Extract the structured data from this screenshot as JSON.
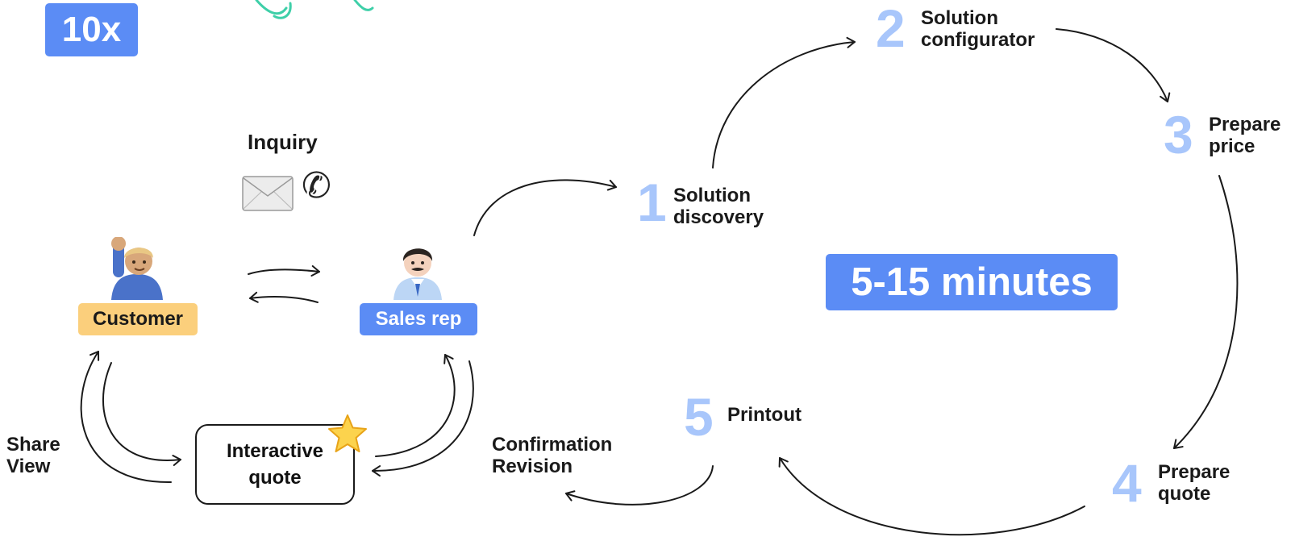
{
  "multiplier_badge": "10x",
  "duration_badge": "5-15 minutes",
  "inquiry": {
    "label": "Inquiry",
    "envelope_icon": "envelope-icon",
    "phone_icon": "phone-icon"
  },
  "customer": {
    "label": "Customer",
    "icon": "raising-hand-person-icon"
  },
  "sales_rep": {
    "label": "Sales rep",
    "icon": "man-with-mustache-icon"
  },
  "interactive_quote": {
    "line1": "Interactive",
    "line2": "quote",
    "icon": "star-icon"
  },
  "share_view": {
    "line1": "Share",
    "line2": "View"
  },
  "confirmation_revision": {
    "line1": "Confirmation",
    "line2": "Revision"
  },
  "steps": [
    {
      "number": "1",
      "line1": "Solution",
      "line2": "discovery"
    },
    {
      "number": "2",
      "line1": "Solution",
      "line2": "configurator"
    },
    {
      "number": "3",
      "line1": "Prepare",
      "line2": "price"
    },
    {
      "number": "4",
      "line1": "Prepare",
      "line2": "quote"
    },
    {
      "number": "5",
      "line1": "Printout",
      "line2": ""
    }
  ],
  "colors": {
    "accent_blue": "#5b8cf5",
    "step_number_blue": "#a8c6fb",
    "customer_tag": "#fbcf7c",
    "scribble_green": "#3ecfa8"
  }
}
